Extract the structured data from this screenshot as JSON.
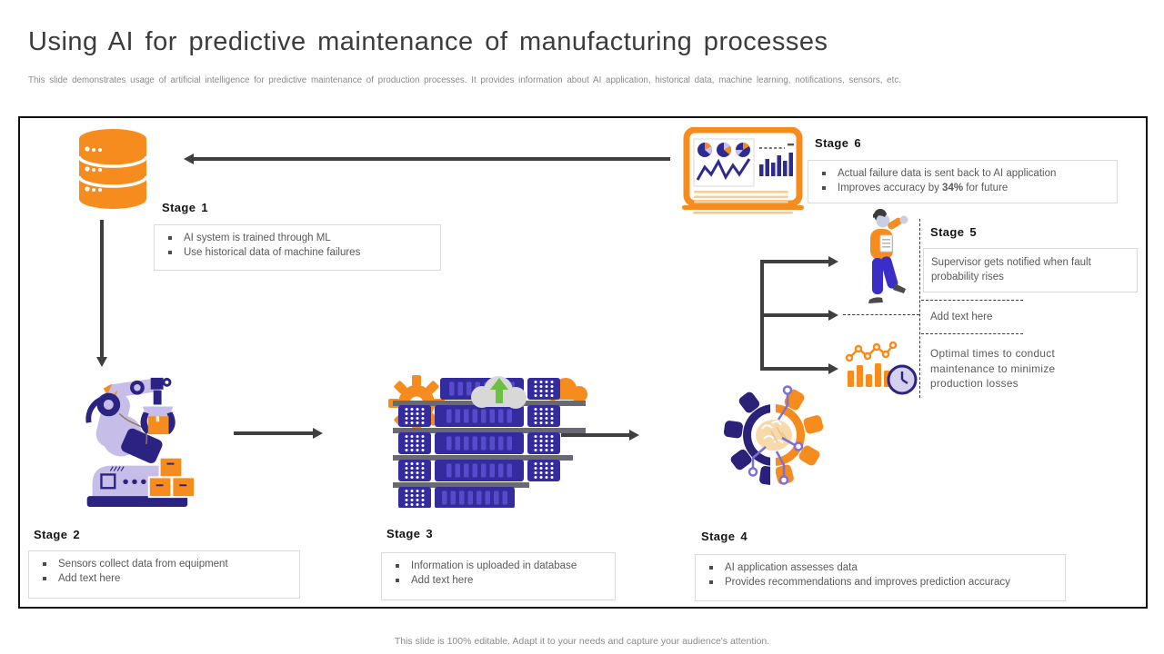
{
  "slide": {
    "title": "Using AI for predictive maintenance of manufacturing processes",
    "subtitle": "This slide demonstrates usage of artificial intelligence for predictive maintenance of production processes. It provides information about AI application, historical data, machine  learning, notifications, sensors, etc.",
    "footer": "This slide is 100% editable.  Adapt it to your needs and capture your audience's attention."
  },
  "stages": {
    "s1": {
      "label": "Stage 1",
      "bullets": [
        "AI  system is trained through ML",
        "Use historical data of machine failures"
      ]
    },
    "s2": {
      "label": "Stage 2",
      "bullets": [
        "Sensors collect data from equipment",
        "Add text here"
      ]
    },
    "s3": {
      "label": "Stage 3",
      "bullets": [
        "Information is uploaded in database",
        "Add text here"
      ]
    },
    "s4": {
      "label": "Stage 4",
      "bullets": [
        "AI  application assesses data",
        "Provides recommendations and improves prediction accuracy"
      ]
    },
    "s5": {
      "label": "Stage 5",
      "notification": "Supervisor gets notified when fault probability rises",
      "add_text": "Add text here",
      "optimal": "Optimal times to conduct maintenance to minimize production losses"
    },
    "s6": {
      "label": "Stage 6",
      "bullet1": "Actual failure data is sent back to AI  application",
      "bullet2_pre": "Improves accuracy by ",
      "bullet2_bold": "34%",
      "bullet2_post": " for future"
    }
  },
  "icons": {
    "database": "database-icon",
    "robot": "robot-arm-icon",
    "servers": "server-rack-cloud-upload-icon",
    "ai_gears": "gear-brain-ai-icon",
    "supervisor": "supervisor-person-icon",
    "schedule": "bar-chart-clock-icon",
    "dashboard": "analytics-dashboard-icon"
  },
  "colors": {
    "orange": "#F68C1E",
    "indigo": "#2B2382",
    "lavender": "#C6BEE8",
    "arrow": "#3F3F3F",
    "body_text": "#595959",
    "heading_text": "#141414",
    "box_border": "#DADADA",
    "frame": "#101010"
  }
}
